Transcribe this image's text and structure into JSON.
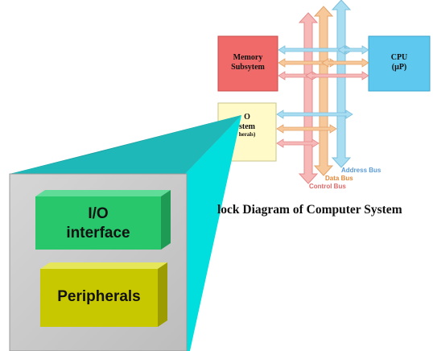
{
  "diagram": {
    "caption": "lock Diagram of Computer System",
    "memory": {
      "line1": "Memory",
      "line2": "Subsytem"
    },
    "cpu": {
      "line1": "CPU",
      "line2": "(µP)"
    },
    "io": {
      "line1": "O",
      "line2": "stem",
      "line3": "herals)"
    },
    "buses": {
      "address": "Address Bus",
      "data": "Data Bus",
      "control": "Control Bus"
    },
    "colors": {
      "memory_box": "#f06a6a",
      "cpu_box": "#5fc8ee",
      "io_box": "#fffac8",
      "address_bus": "#a8ddf2",
      "data_bus": "#f7c99a",
      "control_bus": "#f7b8b8"
    }
  },
  "zoom": {
    "io_interface": {
      "line1": "I/O",
      "line2": "interface"
    },
    "peripherals": "Peripherals",
    "colors": {
      "panel": "#c8c8c8",
      "projection": "#00dede",
      "io_interface": "#28c76b",
      "peripherals": "#c8c800"
    }
  }
}
